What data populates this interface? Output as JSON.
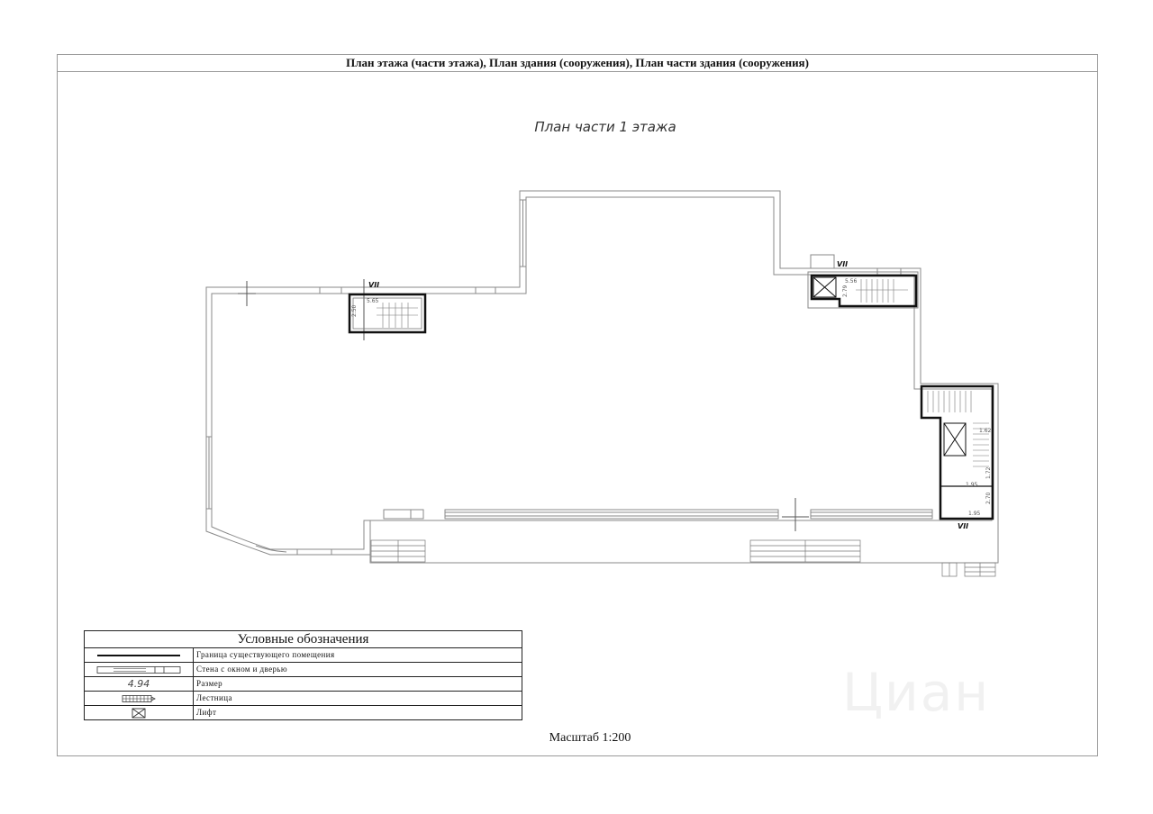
{
  "sheet": {
    "title": "План этажа (части этажа), План здания (сооружения), План части здания (сооружения)"
  },
  "plan": {
    "title": "План части 1 этажа",
    "stair_marks": [
      "VII",
      "VII",
      "VII"
    ],
    "dimensions": [
      "5.65",
      "2.50",
      "5.56",
      "2.79",
      "1.62",
      "1.95",
      "1.72",
      "1.95",
      "2.70"
    ]
  },
  "legend": {
    "title": "Условные обозначения",
    "rows": [
      {
        "symbol": "line-icon",
        "label": "Граница существующего помещения"
      },
      {
        "symbol": "wall-window-door-icon",
        "label": "Стена с окном и дверью"
      },
      {
        "symbol": "dimension",
        "symbol_text": "4.94",
        "label": "Размер"
      },
      {
        "symbol": "stairs-icon",
        "label": "Лестница"
      },
      {
        "symbol": "elevator-icon",
        "label": "Лифт"
      }
    ]
  },
  "scale": "Масштаб 1:200",
  "watermark": "Циан"
}
